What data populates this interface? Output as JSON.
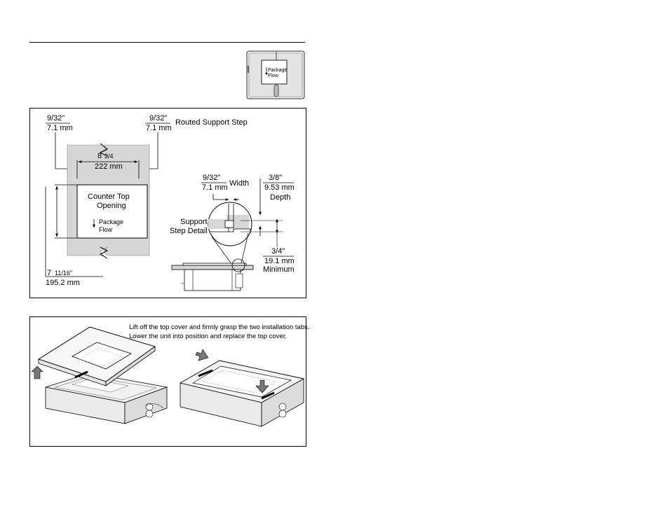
{
  "thumbnail": {
    "package_label": "Package",
    "flow_label": "Flow"
  },
  "dimensions": {
    "left_step_fraction": "9/32\"",
    "left_step_mm": "7.1 mm",
    "right_step_fraction": "9/32\"",
    "right_step_mm": "7.1 mm",
    "routed_support_step": "Routed Support Step",
    "width_whole": "8",
    "width_fraction": "3/4",
    "width_mm": "222 mm",
    "opening_line1": "Counter Top",
    "opening_line2": "Opening",
    "package_label": "Package",
    "flow_label": "Flow",
    "height_whole": "7",
    "height_fraction": "11/16\"",
    "height_mm": "195.2 mm",
    "detail_width_fraction": "9/32\"",
    "detail_width_mm": "7.1 mm",
    "detail_width_label": "Width",
    "depth_fraction": "3/8\"",
    "depth_mm": "9.53 mm",
    "depth_label": "Depth",
    "support_line1": "Support",
    "support_line2": "Step Detail",
    "min_fraction": "3/4\"",
    "min_mm": "19.1 mm",
    "min_label": "Minimum"
  },
  "installation": {
    "line1": "Lift off the top cover and firmly grasp the two installation tabs.",
    "line2": "Lower the unit into position and replace the top cover."
  }
}
